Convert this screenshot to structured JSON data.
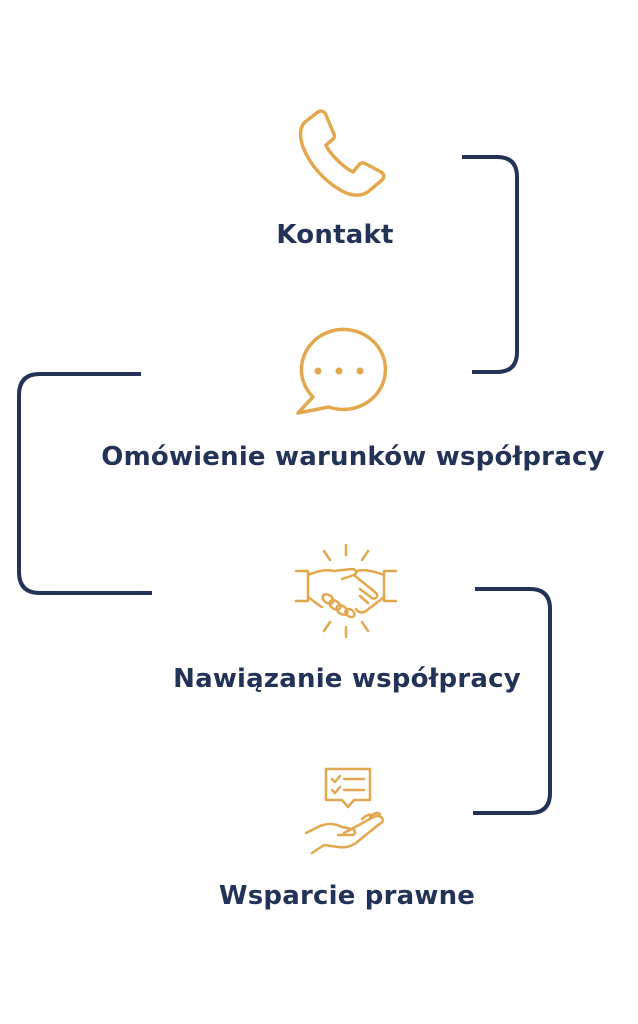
{
  "colors": {
    "navy": "#233358",
    "gold": "#E3A84E",
    "background": "#ffffff"
  },
  "steps": [
    {
      "label": "Kontakt",
      "icon": "phone-icon"
    },
    {
      "label": "Omówienie warunków współpracy",
      "icon": "chat-bubble-icon"
    },
    {
      "label": "Nawiązanie współpracy",
      "icon": "handshake-icon"
    },
    {
      "label": "Wsparcie prawne",
      "icon": "legal-support-icon"
    }
  ]
}
